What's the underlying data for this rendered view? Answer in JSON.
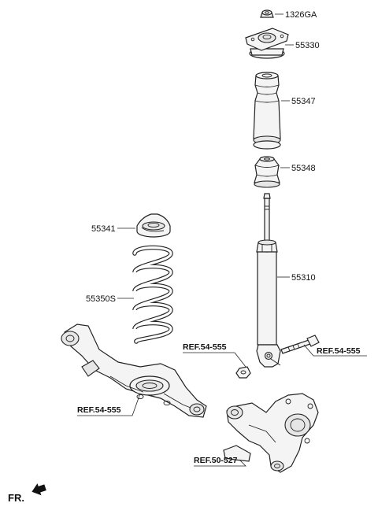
{
  "parts": {
    "p1326GA": "1326GA",
    "p55330": "55330",
    "p55347": "55347",
    "p55348": "55348",
    "p55341": "55341",
    "p55310": "55310",
    "p55350S": "55350S"
  },
  "refs": {
    "ref_54_555_left": "REF.54-555",
    "ref_54_555_center": "REF.54-555",
    "ref_54_555_right": "REF.54-555",
    "ref_50_527": "REF.50-527"
  },
  "direction": {
    "label": "FR."
  }
}
